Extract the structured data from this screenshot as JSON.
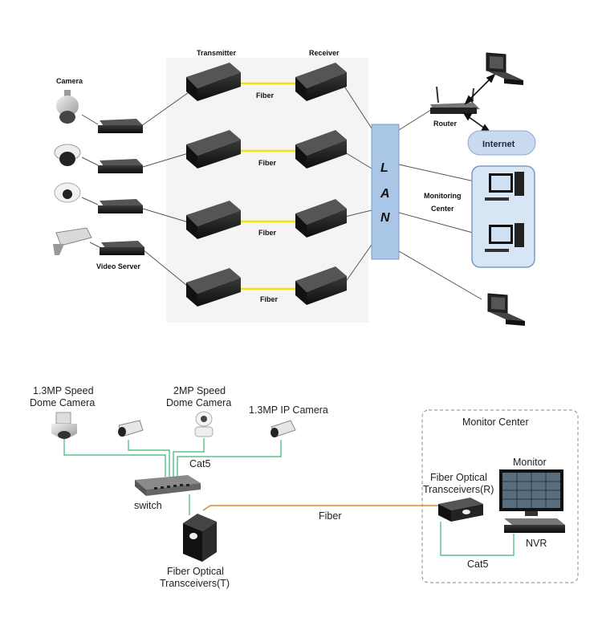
{
  "top": {
    "camera_label": "Camera",
    "video_server_label": "Video Server",
    "transmitter_label": "Transmitter",
    "receiver_label": "Receiver",
    "fiber_labels": [
      "Fiber",
      "Fiber",
      "Fiber",
      "Fiber"
    ],
    "lan_letters": [
      "L",
      "A",
      "N"
    ],
    "router_label": "Router",
    "internet_label": "Internet",
    "monitoring_center": [
      "Monitoring",
      "Center"
    ],
    "colors": {
      "fiber": "#f2e600",
      "lan": "#a9c6e6",
      "internet": "#c9d9ee",
      "monitoring_bg": "#d7e6f5"
    }
  },
  "bottom": {
    "cam1": [
      "1.3MP Speed",
      "Dome Camera"
    ],
    "cam2": [
      "2MP Speed",
      "Dome Camera"
    ],
    "cam3": "1.3MP IP Camera",
    "cat5_top": "Cat5",
    "switch_label": "switch",
    "fiber_label": "Fiber",
    "tx_label": [
      "Fiber Optical",
      "Transceivers(T)"
    ],
    "monitor_center": "Monitor Center",
    "rx_label": [
      "Fiber Optical",
      "Transceivers(R)"
    ],
    "monitor_label": "Monitor",
    "nvr_label": "NVR",
    "cat5_bottom": "Cat5",
    "colors": {
      "cat5": "#3cb371",
      "fiber": "#e08a2c"
    }
  }
}
